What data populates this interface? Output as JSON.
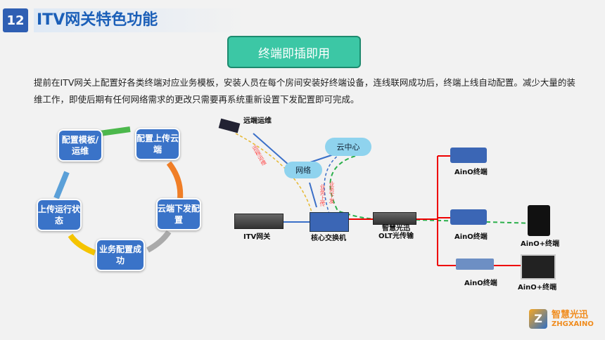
{
  "header": {
    "number": "12",
    "title": "ITV网关特色功能"
  },
  "feature_button": "终端即插即用",
  "description": "提前在ITV网关上配置好各类终端对应业务模板，安装人员在每个房间安装好终端设备，连线联网成功后，终端上线自动配置。减少大量的装维工作，即使后期有任何网络需求的更改只需要再系统重新设置下发配置即可完成。",
  "cycle": [
    "配置模板/运维",
    "配置上传云端",
    "云端下发配置",
    "业务配置成功",
    "上传运行状态"
  ],
  "diagram": {
    "remote": "远端运维",
    "cloud": "云中心",
    "network": "网络",
    "itv": "ITV网关",
    "core": "核心交换机",
    "olt_line1": "智慧光迅",
    "olt_line2": "OLT光传输",
    "terminal1": "AinO终端",
    "terminal2": "AinO终端",
    "terminal3": "AinO终端",
    "plus1": "AinO+终端",
    "plus2": "AinO+终端",
    "red_remote": "远程运维",
    "red_up": "业务上传",
    "red_down": "业务下发"
  },
  "logo": {
    "cn": "智慧光迅",
    "en": "ZHGXAINO"
  },
  "colors": {
    "accent": "#2f5fb3",
    "button": "#3cc7a5"
  }
}
